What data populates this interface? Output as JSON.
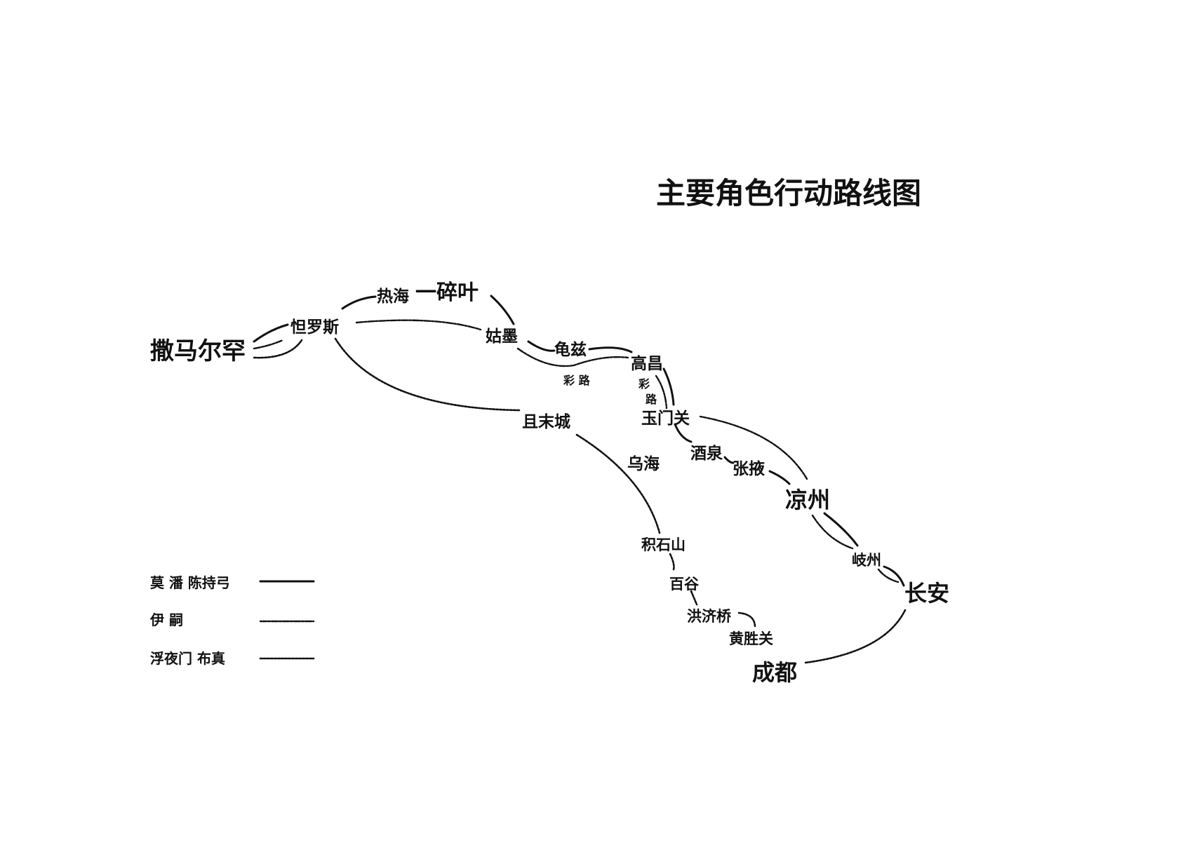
{
  "title": "主要角色行动路线图",
  "places": {
    "samarkand": "撒马尔罕",
    "talas": "怛罗斯",
    "rehai": "热海",
    "suiye": "一碎叶",
    "gumo": "姑墨",
    "qiuci": "龟兹",
    "gaochang": "高昌",
    "dunes_h": "彩  路",
    "dunes_v1": "彩",
    "dunes_v2": "路",
    "yumenguan": "玉门关",
    "qiemo": "且末城",
    "wuhai": "乌海",
    "jiuquan": "酒泉",
    "zhangye": "张掖",
    "liangzhou": "凉州",
    "jishishan": "积石山",
    "qizhou": "岐州",
    "changan": "长安",
    "baigu": "百谷",
    "hongjiqiao": "洪济桥",
    "huangshengguan": "黄胜关",
    "chengdu": "成都"
  },
  "legend": [
    {
      "label": "莫 潘  陈持弓",
      "style": "solid"
    },
    {
      "label": "伊 嗣",
      "style": "dash-dot"
    },
    {
      "label": "浮夜门  布真",
      "style": "dotted"
    }
  ]
}
